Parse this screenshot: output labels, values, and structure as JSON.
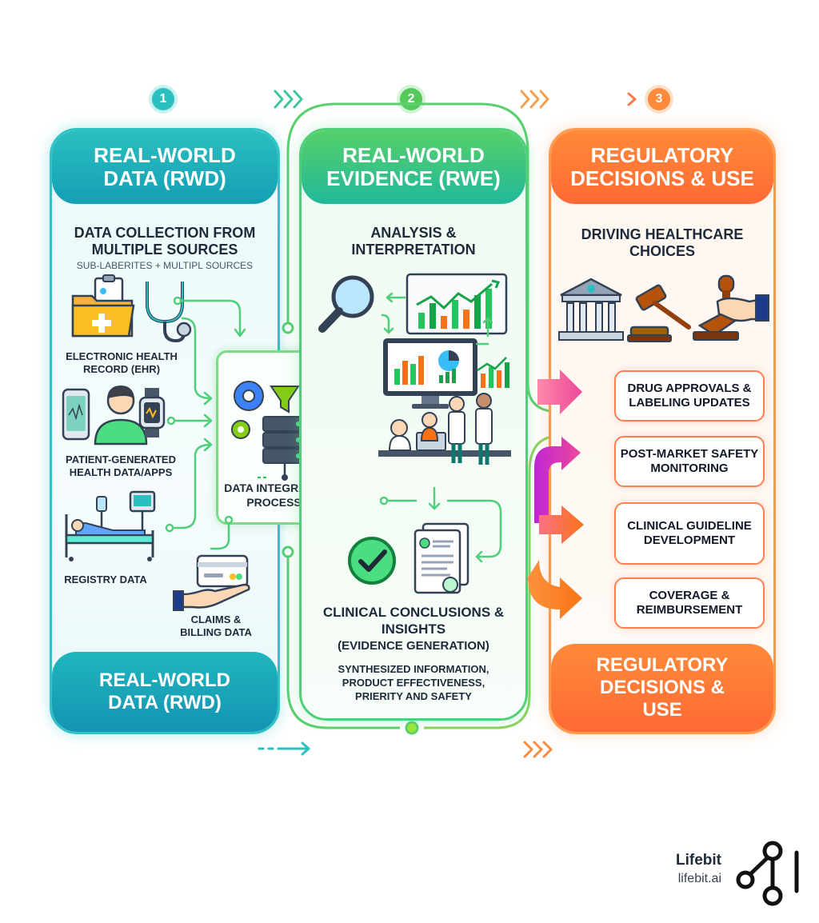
{
  "steps": [
    "1",
    "2",
    "3"
  ],
  "rwd": {
    "title": "REAL-WORLD DATA (RWD)",
    "section_title": "DATA COLLECTION FROM MULTIPLE SOURCES",
    "section_sub": "SUB-LABERITES + MULTIPL SOURCES",
    "sources": [
      {
        "label": "ELECTRONIC HEALTH RECORD (EHR)"
      },
      {
        "label": "PATIENT-GENERATED HEALTH DATA/APPS"
      },
      {
        "label": "REGISTRY DATA"
      },
      {
        "label": "CLAIMS & BILLING DATA"
      }
    ],
    "integration": "DATA INTEGRATION & PROCESSING",
    "footer": "REAL-WORLD DATA (RWD)"
  },
  "rwe": {
    "title": "REAL-WORLD EVIDENCE (RWE)",
    "section_title": "ANALYSIS & INTERPRETATION",
    "conclusions": "CLINICAL CONCLUSIONS & INSIGHTS",
    "conclusions_sub": "(EVIDENCE GENERATION)",
    "synth": "SYNTHESIZED INFORMATION, PRODUCT EFFECTIVENESS, PRIERITY AND SAFETY"
  },
  "reg": {
    "title": "REGULATORY DECISIONS & USE",
    "section_title": "DRIVING HEALTHCARE CHOICES",
    "outcomes": [
      {
        "label": "DRUG APPROVALS & LABELING UPDATES"
      },
      {
        "label": "POST-MARKET SAFETY MONITORING"
      },
      {
        "label": "CLINICAL GUIDELINE DEVELOPMENT"
      },
      {
        "label": "COVERAGE & REIMBURSEMENT"
      }
    ],
    "footer": "REGULATORY DECISIONS & USE"
  },
  "brand": {
    "name": "Lifebit",
    "url": "lifebit.ai"
  },
  "colors": {
    "teal": "#2bbfbf",
    "green": "#4fcf7a",
    "orange": "#ff7f3f",
    "magenta": "#e8569b"
  }
}
